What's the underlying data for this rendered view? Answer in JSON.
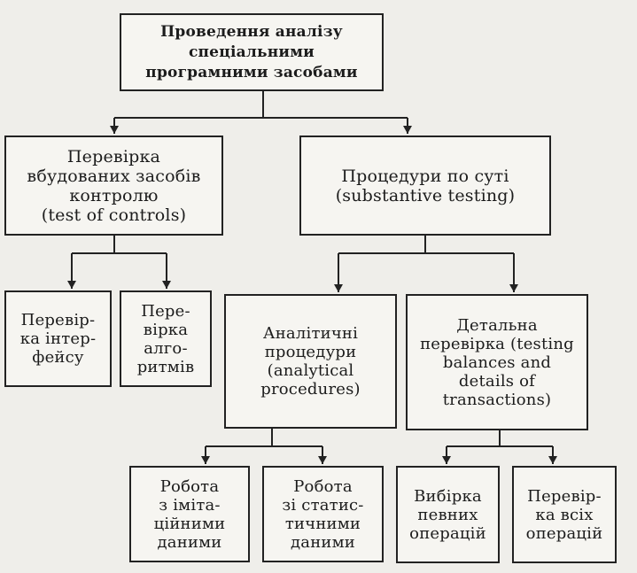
{
  "diagram": {
    "root": "Проведення аналізу\nспеціальними\nпрограмними засобами",
    "test_of_controls": "Перевірка\nвбудованих засобів\nконтролю\n(test of controls)",
    "substantive": "Процедури по суті\n(substantive testing)",
    "interface_check": "Перевір-\nка інтер-\nфейсу",
    "algorithm_check": "Пере-\nвірка\nалго-\nритмів",
    "analytical": "Аналітичні\nпроцедури\n(analytical\nprocedures)",
    "detailed": "Детальна\nперевірка (testing\nbalances and\ndetails of\ntransactions)",
    "simulated_data": "Робота\nз іміта-\nційними\nданими",
    "statistical_data": "Робота\nзі статис-\nтичними\nданими",
    "sample_ops": "Вибірка\nпевних\nоперацій",
    "all_ops": "Перевір-\nка всіх\nоперацій"
  }
}
